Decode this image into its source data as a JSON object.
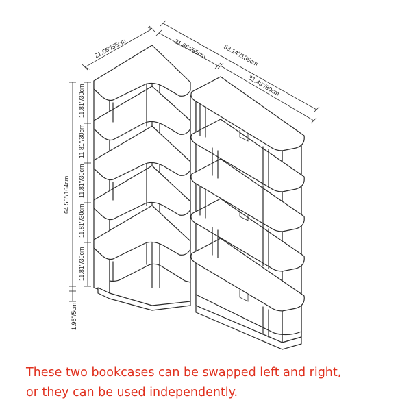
{
  "dimensions": {
    "top_left_depth": "21.65\"/55cm",
    "top_middle_depth": "21.65\"/55cm",
    "overall_width": "53.14\"/135cm",
    "right_width": "31.49\"/80cm",
    "overall_height": "64.56\"/164cm",
    "shelf_spacing": [
      "11.81\"/30cm",
      "11.81\"/30cm",
      "11.81\"/30cm",
      "11.81\"/30cm",
      "11.81\"/30cm"
    ],
    "base_height": "1.96\"/5cm"
  },
  "caption": {
    "line1": "These two bookcases can be swapped left and right,",
    "line2": "or they can be used independently."
  },
  "colors": {
    "caption": "#e0301e",
    "lines": "#2b2b2b"
  }
}
